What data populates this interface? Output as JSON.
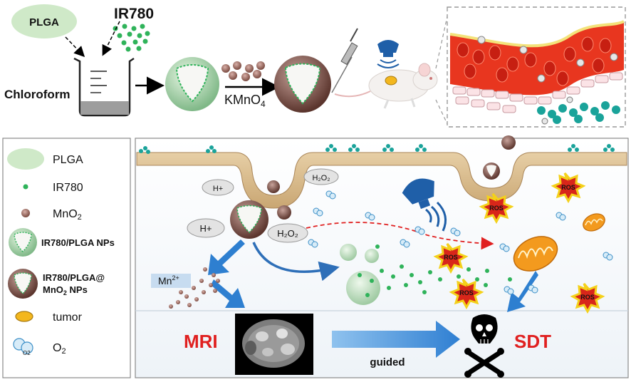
{
  "top": {
    "plga_label": "PLGA",
    "ir780_label": "IR780",
    "chloroform_label": "Chloroform",
    "kmno4_label": "KMnO",
    "kmno4_sub": "4"
  },
  "legend": {
    "items": [
      {
        "label": "PLGA",
        "icon": "plga-ellipse-icon"
      },
      {
        "label": "IR780",
        "icon": "ir780-dot-icon"
      },
      {
        "label": "MnO",
        "sub": "2",
        "icon": "mno2-dot-icon"
      },
      {
        "label": "IR780/PLGA NPs",
        "icon": "ir780-plga-np-icon"
      },
      {
        "label": "IR780/PLGA@",
        "label2": "MnO",
        "label2_sub": "2",
        "label2_tail": " NPs",
        "icon": "ir780-plga-mno2-np-icon"
      },
      {
        "label": "tumor",
        "icon": "tumor-ellipse-icon"
      },
      {
        "label": "O",
        "sub": "2",
        "icon": "o2-bubbles-icon"
      }
    ]
  },
  "cell": {
    "h_plus_1": "H+",
    "h_plus_2": "H+",
    "h2o2_top": "H₂O₂",
    "h2o2_mid": "H₂O₂",
    "mn2_label": "Mn",
    "mn2_sup": "2+",
    "ros_label": "ROS",
    "o2_small": "O2"
  },
  "bottom": {
    "mri_label": "MRI",
    "guided_label": "guided",
    "sdt_label": "SDT"
  },
  "colors": {
    "plga_green": "#cfe9c8",
    "ir780_green": "#2fb35a",
    "mno2_brown": "#8a5a50",
    "vessel_red": "#e8361f",
    "arrow_blue": "#2e7fd0",
    "label_red": "#e02020",
    "tumor_orange": "#f39a1e"
  }
}
